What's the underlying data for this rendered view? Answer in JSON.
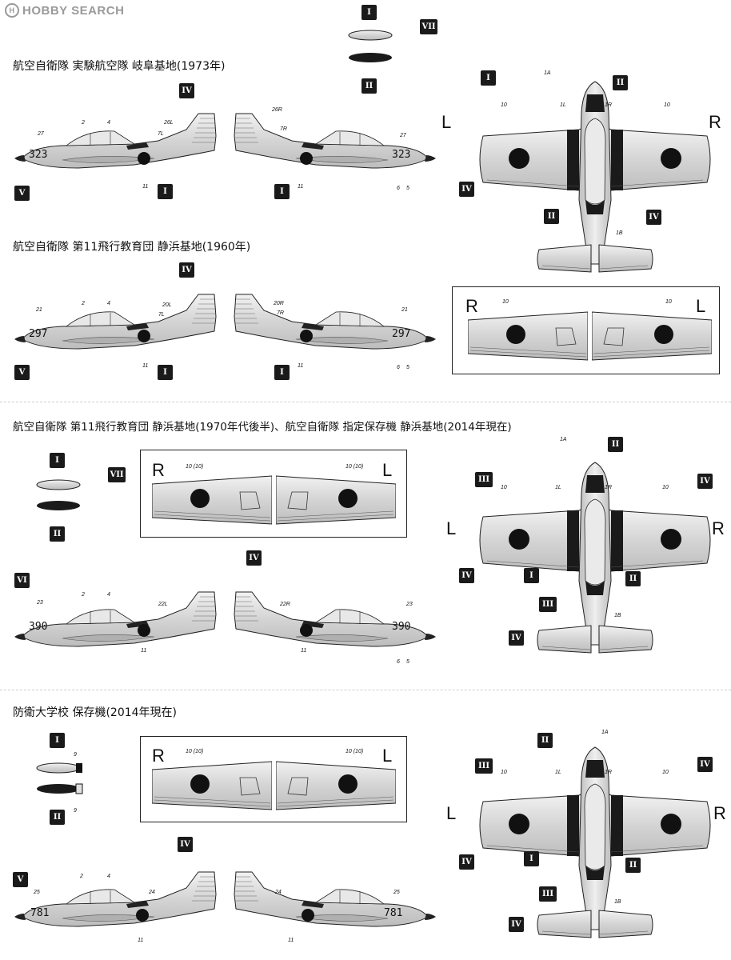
{
  "watermark": {
    "text": "HOBBY SEARCH",
    "logo_letter": "H"
  },
  "sections": [
    {
      "title": "航空自衛隊 実験航空隊 岐阜基地(1973年)",
      "code": "323",
      "side_numbers": {
        "top_a": "27",
        "top_b": "2",
        "top_c": "4",
        "tail_l": "26L",
        "tail_r": "26R",
        "seven_l": "7L",
        "seven_r": "7R",
        "bottom": "11",
        "six": "6",
        "five": "5",
        "right_27": "27"
      }
    },
    {
      "title": "航空自衛隊 第11飛行教育団 静浜基地(1960年)",
      "code": "297",
      "side_numbers": {
        "top_a": "21",
        "top_b": "2",
        "top_c": "4",
        "tail_l": "20L",
        "tail_r": "20R",
        "seven_l": "7L",
        "seven_r": "7R",
        "bottom": "11",
        "six": "6",
        "five": "5",
        "right_21": "21"
      }
    },
    {
      "title": "航空自衛隊 第11飛行教育団 静浜基地(1970年代後半)、航空自衛隊 指定保存機 静浜基地(2014年現在)",
      "code": "390",
      "side_numbers": {
        "top_a": "23",
        "top_b": "2",
        "top_c": "4",
        "tail_l": "22L",
        "tail_r": "22R",
        "bottom": "11",
        "six": "6",
        "five": "5",
        "right_23": "23"
      }
    },
    {
      "title": "防衛大学校 保存機(2014年現在)",
      "code": "781",
      "side_numbers": {
        "top_a": "25",
        "top_b": "2",
        "top_c": "4",
        "tail_l": "24",
        "tail_r": "24",
        "bottom": "11",
        "right_25": "25"
      }
    }
  ],
  "badges": {
    "I": "I",
    "II": "II",
    "III": "III",
    "IV": "IV",
    "V": "V",
    "VI": "VI",
    "VII": "VII"
  },
  "labels": {
    "L": "L",
    "R": "R",
    "n10": "10",
    "n10p": "10 (10)",
    "n1L": "1L",
    "n1R": "1R",
    "n1A": "1A",
    "n1B": "1B",
    "n9": "9"
  },
  "colors": {
    "ink": "#111111",
    "metal": "#d8d8d8",
    "badge": "#1a1a1a",
    "hinomaru": "#111111"
  }
}
